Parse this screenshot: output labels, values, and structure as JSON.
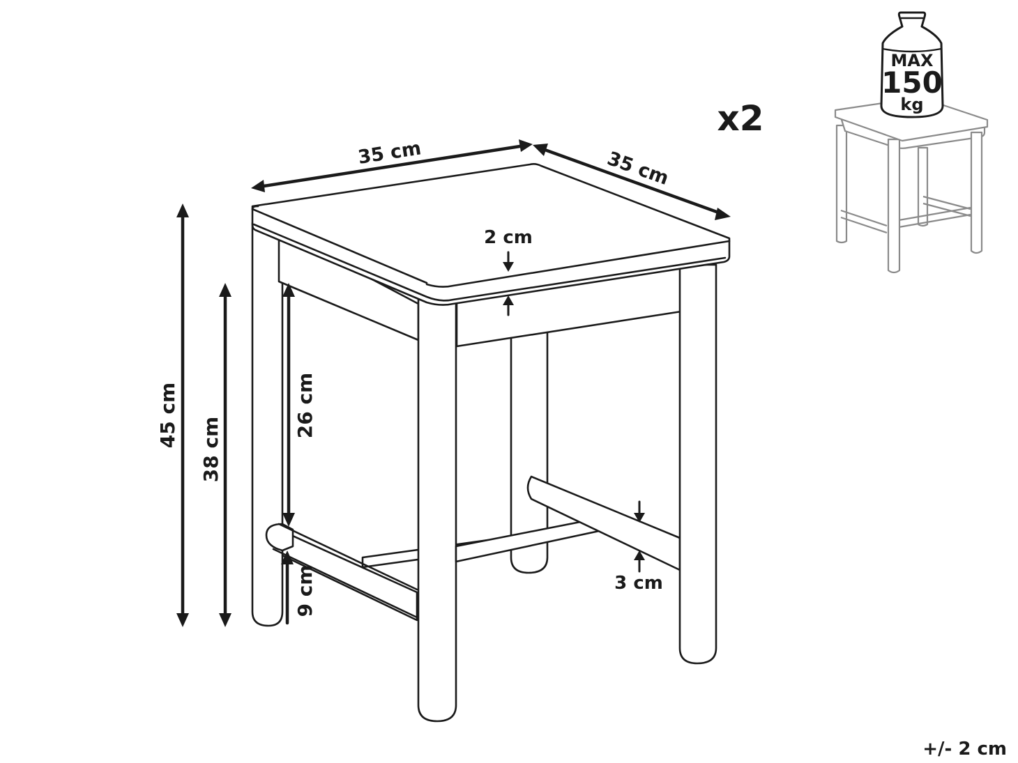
{
  "dimensions": {
    "top_width": "35 cm",
    "top_depth": "35 cm",
    "top_thickness": "2 cm",
    "total_height": "45 cm",
    "seat_height": "38 cm",
    "apron_to_rail": "26 cm",
    "rail_height": "9 cm",
    "rail_diameter": "3 cm"
  },
  "quantity": "x2",
  "load": {
    "label_max": "MAX",
    "value": "150",
    "unit": "kg"
  },
  "tolerance": "+/- 2 cm"
}
